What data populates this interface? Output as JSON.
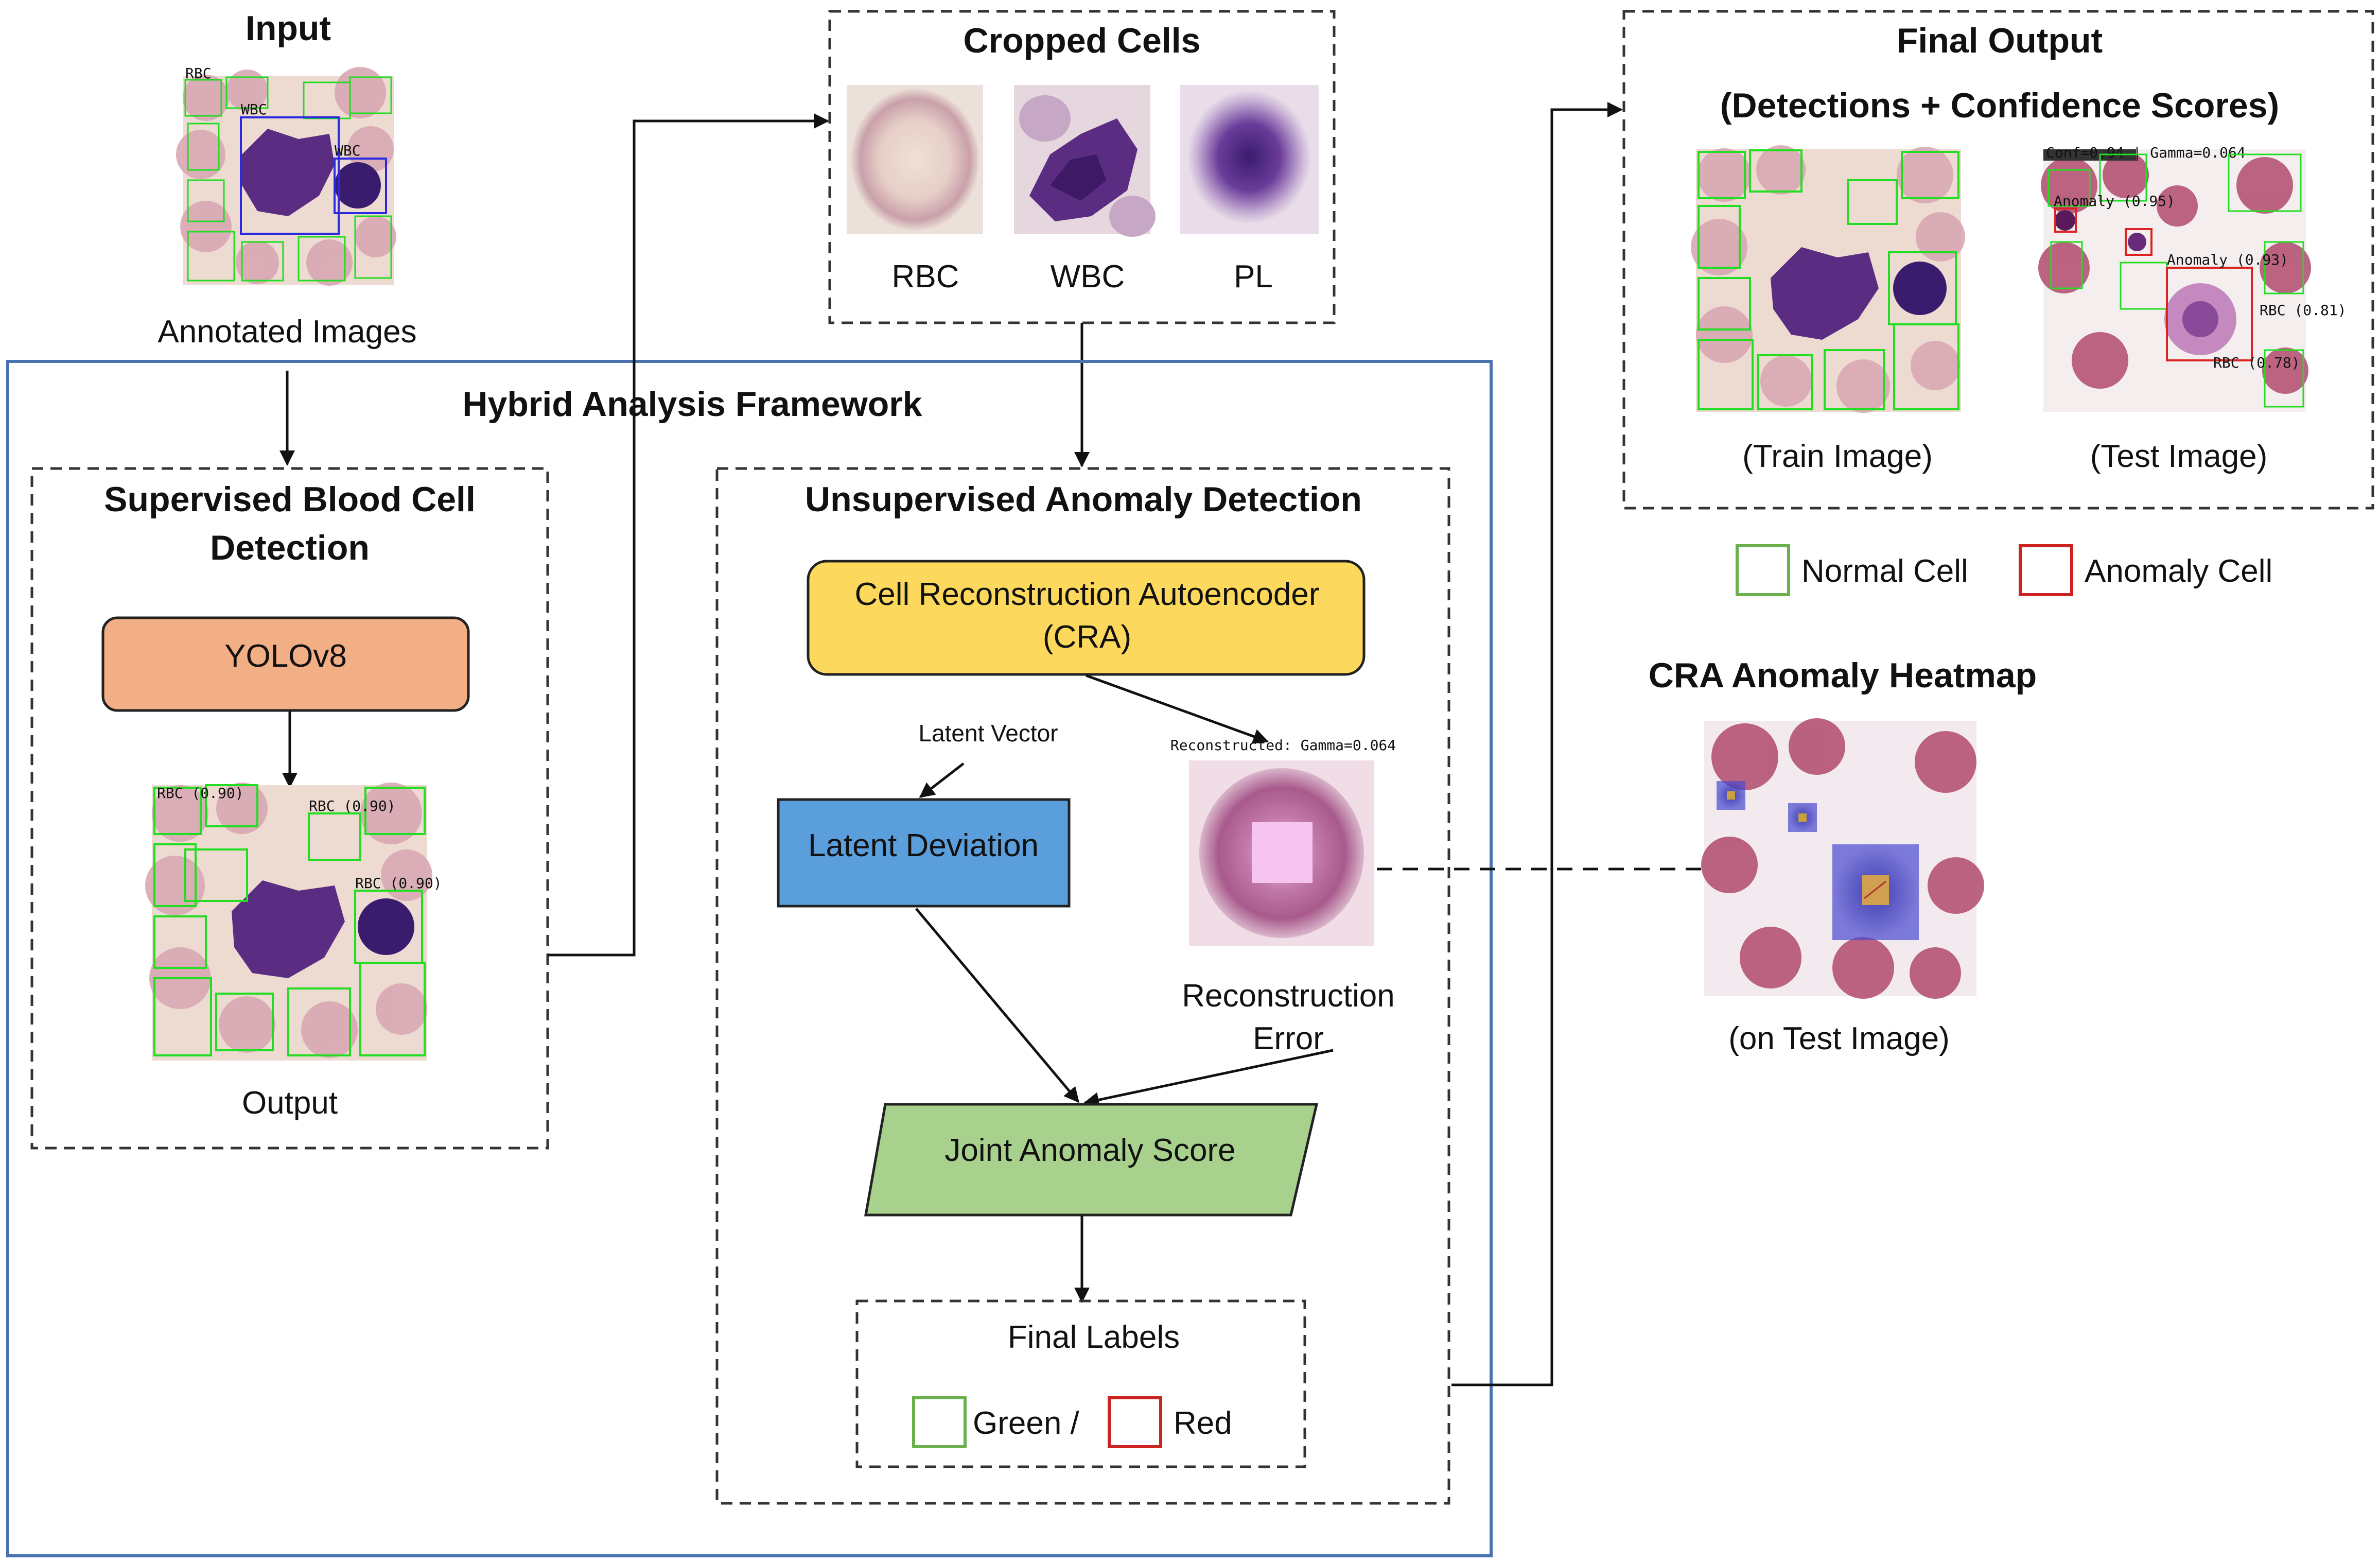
{
  "input": {
    "title": "Input",
    "caption": "Annotated Images",
    "tags": [
      "RBC",
      "WBC",
      "WBC"
    ]
  },
  "cropped": {
    "title": "Cropped Cells",
    "cells": [
      "RBC",
      "WBC",
      "PL"
    ]
  },
  "framework": {
    "title": "Hybrid Analysis Framework"
  },
  "supervised": {
    "title_line1": "Supervised Blood Cell",
    "title_line2": "Detection",
    "model": "YOLOv8",
    "caption": "Output",
    "detection_label": "RBC (0.90)"
  },
  "unsupervised": {
    "title": "Unsupervised Anomaly Detection",
    "cra_line1": "Cell Reconstruction Autoencoder",
    "cra_line2": "(CRA)",
    "latent_vector": "Latent Vector",
    "reconstructed_caption": "Reconstructed: Gamma=0.064",
    "latent_deviation": "Latent Deviation",
    "recon_error_line1": "Reconstruction",
    "recon_error_line2": "Error",
    "joint_score": "Joint Anomaly Score",
    "final_labels": "Final Labels",
    "green_label": "Green /",
    "red_label": "Red"
  },
  "final_output": {
    "title_line1": "Final Output",
    "title_line2": "(Detections + Confidence Scores)",
    "train_caption": "(Train Image)",
    "test_caption": "(Test Image)",
    "test_header_text": "Conf=0.94 | Gamma=0.064",
    "test_labels": [
      "Anomaly (0.95)",
      "RBC (0.81)",
      "Anomaly (0.93)",
      "RBC (0.78)"
    ]
  },
  "legend": {
    "normal": "Normal Cell",
    "anomaly": "Anomaly Cell"
  },
  "heatmap": {
    "title": "CRA Anomaly Heatmap",
    "caption": "(on Test Image)"
  },
  "colors": {
    "framework_border": "#4a72b0",
    "yolo_fill": "#f2ae84",
    "cra_fill": "#fcd85c",
    "latent_fill": "#5a9fdc",
    "joint_fill": "#a9d18e",
    "normal_box": "#6ab04c",
    "anomaly_box": "#cc2222",
    "detect_green": "#22dd22",
    "cell_pink": "#d9a0b0",
    "cell_purple": "#5a2d82"
  }
}
